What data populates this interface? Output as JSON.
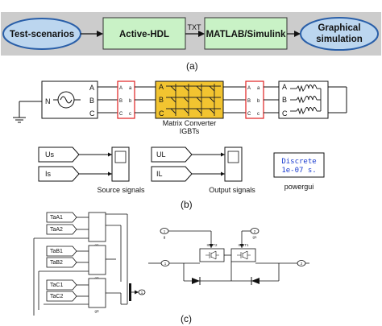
{
  "panel_a": {
    "caption": "(a)",
    "nodes": {
      "test_scenarios": "Test-scenarios",
      "active_hdl": "Active-HDL",
      "matlab_simulink": "MATLAB/Simulink",
      "graphical_simulation_line1": "Graphical",
      "graphical_simulation_line2": "simulation"
    },
    "edge_label": "TXT"
  },
  "panel_b": {
    "caption": "(b)",
    "source_port": "N",
    "phase_ports": [
      "A",
      "B",
      "C"
    ],
    "matrix_ports_in": [
      "A",
      "B",
      "C"
    ],
    "matrix_label_line1": "Matrix Converter",
    "matrix_label_line2": "IGBTs",
    "source_scope_inputs": [
      "Us",
      "Is"
    ],
    "source_scope_label": "Source signals",
    "output_scope_inputs": [
      "UL",
      "IL"
    ],
    "output_scope_label": "Output signals",
    "powergui_line1": "Discrete",
    "powergui_line2": "1e-07 s.",
    "powergui_label": "powergui"
  },
  "panel_c": {
    "caption": "(c)",
    "inputs": [
      "TaA1",
      "TaA2",
      "TaB1",
      "TaB2",
      "TaC1",
      "TaC2"
    ],
    "subsystem_labels": [
      "g1",
      "g2",
      "g3"
    ],
    "port_in_1": "1",
    "port_in_1_label": "g",
    "port_in_2": "2",
    "port_in_2_label": "g1",
    "igbt_left": "IGBT2",
    "igbt_right": "IGBT1",
    "port_left": "1",
    "port_right": "2",
    "output_port": "1"
  },
  "colors": {
    "band": "#cccccc",
    "box_fill": "#c9f2c6",
    "ellipse_fill": "#bcd6ef",
    "ellipse_stroke": "#2a5fa8",
    "matrix_fill": "#f2c430",
    "highlight": "#e02020",
    "powergui_text": "#1a3ccf"
  }
}
